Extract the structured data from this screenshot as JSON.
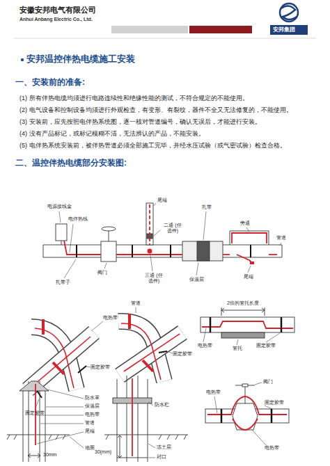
{
  "diagram": {
    "title": "安邦温控伴热电缆施工安装",
    "labels": [
      "安徽安邦电气有限公司",
      "Anhui Anbang Electric Co., Ltd.",
      "安邦集团",
      "一、安装前的准备:",
      "(1) 所有伴热电缆均须进行电路连续性和绝缘性能的测试，不符合规定的不能使用。",
      "(2) 电气设备和控制设备均须进行外观检查，有变形、有裂纹，器件不全又无法修复的，不能使用。",
      "(3) 安装前，应先按照电伴热系统图，逐一核对管道编号，确认无误后，才能进行安装。",
      "(4) 没有产品标记，或标记模糊不清，无法辨认的产品，不能安装。",
      "(5) 电伴热系统安装前，被伴热管道必须全部施工完毕，并经水压试验（或气密试验）检查合格。",
      "二、温控伴热电缆部分安装图:",
      "电源接线盒",
      "电伴热线",
      "阀门",
      "扎带子",
      "尾端",
      "二通 (任选件)",
      "三通 (任选件)",
      "保温层",
      "扎带",
      "旁通",
      "管道",
      "尾端",
      "管道",
      "电热带",
      "固定胶带",
      "固定胶带",
      "固定胶带",
      "2倍的管托长度",
      "电热带",
      "管托",
      "固定胶带",
      "防水罩",
      "保温层",
      "电热带",
      "管道",
      "尾端",
      "地面",
      "30mm",
      "防水栏",
      "30(mm)",
      "冻土层",
      "封口",
      "阀门",
      "电热带",
      "固定胶带",
      "电热带"
    ]
  }
}
